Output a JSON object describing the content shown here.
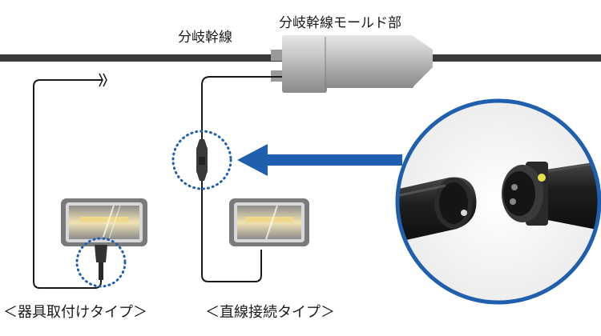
{
  "labels": {
    "trunk_line": "分岐幹線",
    "mold_section": "分岐幹線モールド部",
    "fixture_type": "＜器具取付けタイプ＞",
    "direct_type": "＜直線接続タイプ＞"
  },
  "colors": {
    "cable": "#3a3a3a",
    "mold": "#a9a9a9",
    "highlight_ring": "#1f5fae",
    "arrow": "#1f5fae",
    "lamp_glow": "#f0e2b0"
  }
}
